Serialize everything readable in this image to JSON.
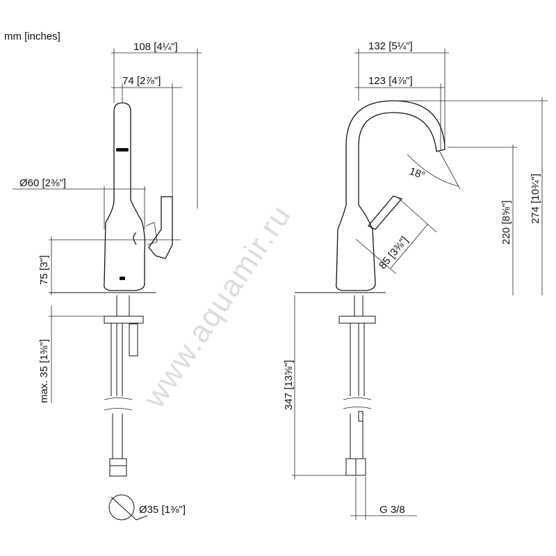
{
  "units_label": "mm [inches]",
  "watermark": "www.aquamir.ru",
  "left_view": {
    "width_overall": "108 [4¼\"]",
    "spout_reach": "74 [2⅞\"]",
    "base_diameter": "Ø60 [2⅜\"]",
    "handle_height": "75 [3\"]",
    "max_deck_thickness": "max. 35 [1⅜\"]",
    "hole_diameter": "Ø35 [1⅜\"]"
  },
  "right_view": {
    "width_overall": "132 [5¼\"]",
    "spout_reach": "123 [4⅞\"]",
    "angle": "18°",
    "lever_length": "85 [3⅜\"]",
    "outlet_height": "220 [8⅝\"]",
    "total_height": "274 [10¾\"]",
    "hose_length": "347 [13⅝\"]",
    "thread": "G 3/8"
  }
}
